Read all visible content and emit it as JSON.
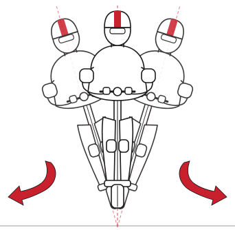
{
  "colors": {
    "accent": "#c8202d",
    "line": "#1a1a1a",
    "ghost": "#c9c9c9",
    "ghost_accent": "#f0a4aa",
    "guide_dash": "#d94a55",
    "ground": "#9a9a9a"
  },
  "figures": [
    {
      "role": "upright-rider",
      "icon": "scooter-rider-front-view"
    },
    {
      "role": "lean-left-ghost",
      "icon": "scooter-rider-lean-left"
    },
    {
      "role": "lean-right-ghost",
      "icon": "scooter-rider-lean-right"
    }
  ],
  "arrows": [
    {
      "direction": "left",
      "icon": "curved-arrow-left"
    },
    {
      "direction": "right",
      "icon": "curved-arrow-right"
    }
  ]
}
